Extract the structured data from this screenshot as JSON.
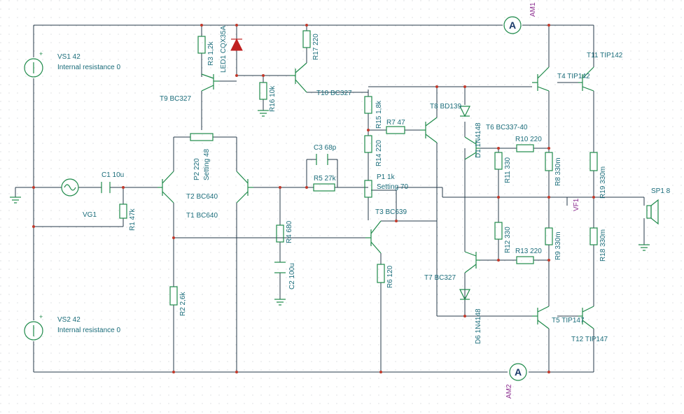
{
  "colors": {
    "wire": "#243a4a",
    "component": "#1e8a4a",
    "label": "#1a6c7a",
    "probe": "#8a2b8e",
    "led": "#c02020",
    "background": "#ffffff"
  },
  "sources": [
    {
      "ref": "VS1 42",
      "note": "Internal resistance 0"
    },
    {
      "ref": "VS2 42",
      "note": "Internal resistance 0"
    },
    {
      "ref": "VG1"
    }
  ],
  "meters": [
    {
      "symbol": "A",
      "ref": "AM1"
    },
    {
      "symbol": "A",
      "ref": "AM2"
    },
    {
      "ref": "VF1"
    }
  ],
  "labels": {
    "c1": "C1 10u",
    "r1": "R1 47k",
    "r2": "R2 2,6k",
    "r3": "R3 1,2k",
    "led1": "LED1 CQX35A",
    "r17": "R17 220",
    "t9": "T9 BC327",
    "r16": "R16 10k",
    "t10": "T10 BC327",
    "p2": "P2 220",
    "p2_setting": "Setting 48",
    "t2": "T2 BC640",
    "t1": "T1 BC640",
    "c3": "C3 68p",
    "r5": "R5 27k",
    "r4": "R4 680",
    "c2": "C2 100u",
    "r15": "R15 1,8k",
    "r7": "R7 47",
    "r14": "R14 220",
    "p1": "P1 1k",
    "p1_setting": "Setting 70",
    "t3": "T3 BC639",
    "r6": "R6 120",
    "t8": "T8 BD139",
    "d1": "D1 1N4148",
    "t6": "T6 BC337-40",
    "r10": "R10 220",
    "r11": "R11 330",
    "r8": "R8 330m",
    "r12": "R12 330",
    "r13": "R13 220",
    "r9": "R9 330m",
    "t7": "T7 BC327",
    "d6": "D6 1N4148",
    "t11": "T11 TIP142",
    "t4": "T4 TIP142",
    "r19": "R19 330m",
    "r18": "R18 330m",
    "t5": "T5 TIP147",
    "t12": "T12 TIP147",
    "sp1": "SP1 8"
  }
}
